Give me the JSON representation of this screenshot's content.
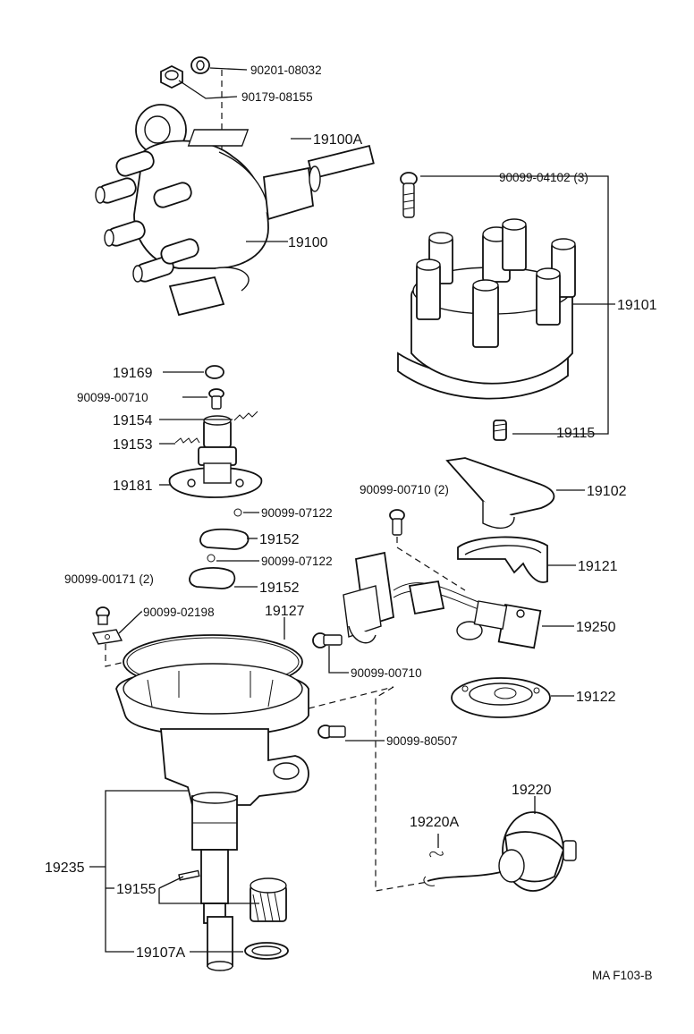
{
  "diagram_code": "MA F103-B",
  "labels": {
    "p90201_08032": "90201-08032",
    "p90179_08155": "90179-08155",
    "p19100A": "19100A",
    "p19100": "19100",
    "p90099_04102": "90099-04102 (3)",
    "p19101": "19101",
    "p19115": "19115",
    "p19169": "19169",
    "p90099_00710a": "90099-00710",
    "p19154": "19154",
    "p19153": "19153",
    "p19181": "19181",
    "p90099_07122a": "90099-07122",
    "p19152a": "19152",
    "p90099_07122b": "90099-07122",
    "p19152b": "19152",
    "p90099_00710b": "90099-00710 (2)",
    "p19102": "19102",
    "p19121": "19121",
    "p90099_00171": "90099-00171 (2)",
    "p90099_02198": "90099-02198",
    "p19127": "19127",
    "p19250": "19250",
    "p90099_00710c": "90099-00710",
    "p19122": "19122",
    "p90099_80507": "90099-80507",
    "p19220": "19220",
    "p19220A": "19220A",
    "p19235": "19235",
    "p19155": "19155",
    "p19107A": "19107A"
  }
}
